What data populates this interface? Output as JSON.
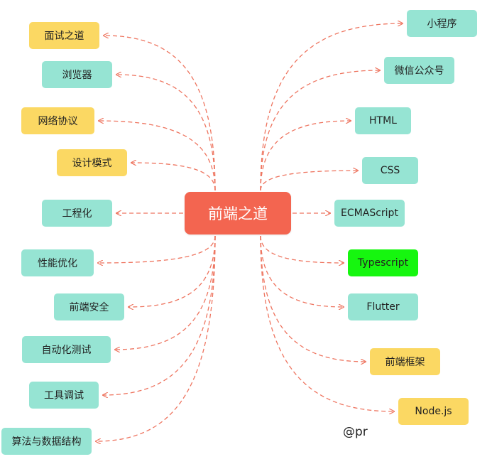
{
  "colors": {
    "center": "#f36550",
    "teal": "#96e4d3",
    "yellow": "#fbd863",
    "green": "#16f60f",
    "edge": "#ee7560"
  },
  "center": {
    "label": "前端之道"
  },
  "left_nodes": [
    {
      "label": "面试之道",
      "color": "yellow"
    },
    {
      "label": "浏览器",
      "color": "teal"
    },
    {
      "label": "网络协议",
      "color": "yellow"
    },
    {
      "label": "设计模式",
      "color": "yellow"
    },
    {
      "label": "工程化",
      "color": "teal"
    },
    {
      "label": "性能优化",
      "color": "teal"
    },
    {
      "label": "前端安全",
      "color": "teal"
    },
    {
      "label": "自动化测试",
      "color": "teal"
    },
    {
      "label": "工具调试",
      "color": "teal"
    },
    {
      "label": "算法与数据结构",
      "color": "teal"
    }
  ],
  "right_nodes": [
    {
      "label": "小程序",
      "color": "teal"
    },
    {
      "label": "微信公众号",
      "color": "teal"
    },
    {
      "label": "HTML",
      "color": "teal"
    },
    {
      "label": "CSS",
      "color": "teal"
    },
    {
      "label": "ECMAScript",
      "color": "teal"
    },
    {
      "label": "Typescript",
      "color": "green"
    },
    {
      "label": "Flutter",
      "color": "teal"
    },
    {
      "label": "前端框架",
      "color": "yellow"
    },
    {
      "label": "Node.js",
      "color": "yellow"
    }
  ],
  "signature": "@pr"
}
